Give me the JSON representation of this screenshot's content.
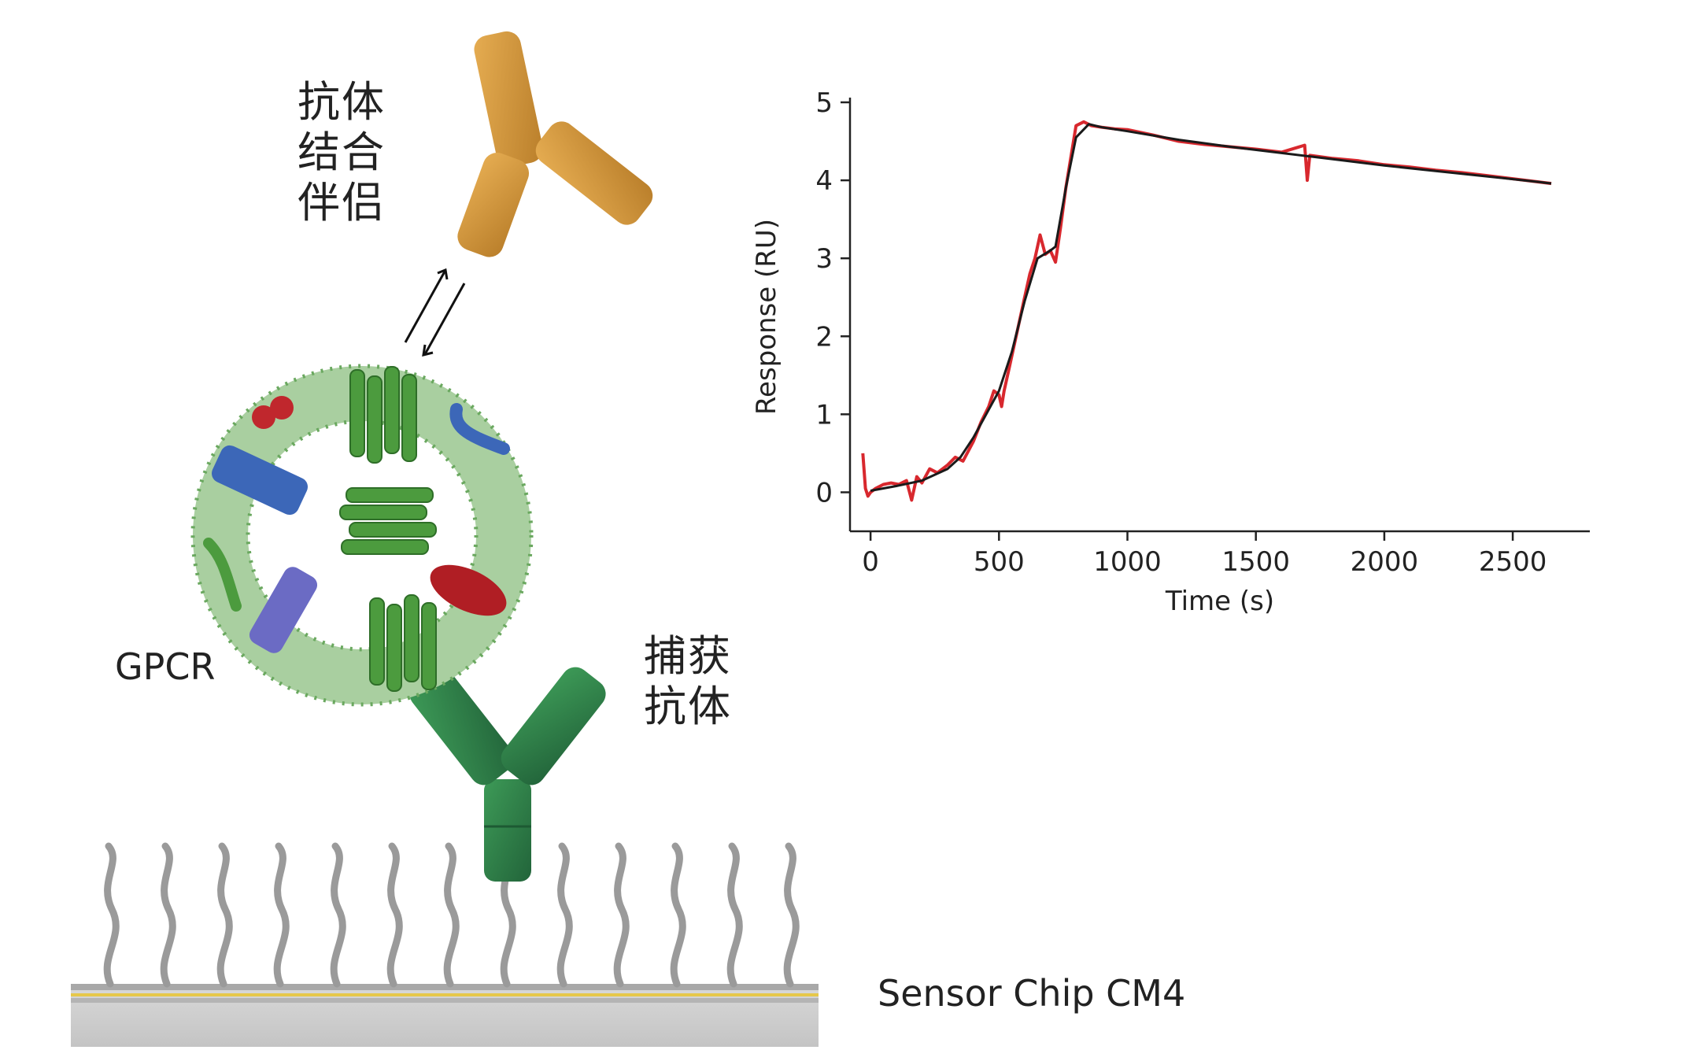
{
  "labels": {
    "antibody_binding_partner": "抗体\n结合\n伴侣",
    "gpcr": "GPCR",
    "capture_antibody": "捕获\n抗体",
    "sensor_chip": "Sensor Chip CM4"
  },
  "colors": {
    "binding_antibody": "#d69a3c",
    "capture_antibody": "#2f7f45",
    "gpcr_helix": "#4c9b3e",
    "membrane": "#a9cfa0",
    "blue_protein": "#3c67b8",
    "purple_protein": "#6b6bc4",
    "red_protein": "#b01e24",
    "dextran_chains": "#9a9a9a",
    "gold_layer": "#e6c84a",
    "raw_trace": "#d8282e",
    "fit_trace": "#1a1a1a"
  },
  "chart_data": {
    "type": "line",
    "xlabel": "Time (s)",
    "ylabel": "Response (RU)",
    "xlim": [
      -80,
      2800
    ],
    "ylim": [
      -0.5,
      5
    ],
    "xticks": [
      "0",
      "500",
      "1000",
      "1500",
      "2000",
      "2500"
    ],
    "yticks": [
      "0",
      "1",
      "2",
      "3",
      "4",
      "5"
    ],
    "legend": "none",
    "grid": false,
    "series": [
      {
        "role": "raw",
        "color": "#d8282e",
        "x": [
          -30,
          -20,
          -10,
          0,
          20,
          50,
          80,
          110,
          140,
          160,
          180,
          200,
          230,
          260,
          300,
          330,
          360,
          400,
          430,
          460,
          480,
          500,
          510,
          520,
          540,
          560,
          580,
          600,
          620,
          640,
          660,
          680,
          700,
          720,
          740,
          760,
          780,
          800,
          830,
          860,
          900,
          950,
          1000,
          1100,
          1200,
          1300,
          1400,
          1500,
          1600,
          1690,
          1700,
          1710,
          1800,
          1900,
          2000,
          2100,
          2200,
          2300,
          2400,
          2500,
          2600,
          2650
        ],
        "y": [
          0.5,
          0.05,
          -0.05,
          0.0,
          0.05,
          0.1,
          0.12,
          0.1,
          0.15,
          -0.1,
          0.2,
          0.12,
          0.3,
          0.25,
          0.35,
          0.45,
          0.4,
          0.65,
          0.9,
          1.1,
          1.3,
          1.25,
          1.1,
          1.3,
          1.6,
          1.9,
          2.2,
          2.5,
          2.8,
          3.0,
          3.3,
          3.05,
          3.1,
          2.95,
          3.4,
          3.9,
          4.3,
          4.7,
          4.75,
          4.7,
          4.68,
          4.66,
          4.65,
          4.58,
          4.5,
          4.46,
          4.43,
          4.4,
          4.36,
          4.45,
          4.0,
          4.32,
          4.28,
          4.25,
          4.2,
          4.17,
          4.13,
          4.1,
          4.06,
          4.02,
          3.98,
          3.96
        ]
      },
      {
        "role": "fit",
        "color": "#1a1a1a",
        "x": [
          0,
          100,
          200,
          300,
          350,
          400,
          450,
          500,
          550,
          600,
          650,
          700,
          720,
          760,
          800,
          850,
          900,
          1000,
          1200,
          1400,
          1600,
          1800,
          2000,
          2200,
          2400,
          2600,
          2650
        ],
        "y": [
          0.02,
          0.08,
          0.15,
          0.3,
          0.45,
          0.7,
          1.0,
          1.3,
          1.8,
          2.45,
          3.0,
          3.1,
          3.15,
          3.9,
          4.55,
          4.72,
          4.68,
          4.63,
          4.52,
          4.43,
          4.35,
          4.27,
          4.19,
          4.12,
          4.05,
          3.98,
          3.96
        ]
      }
    ]
  }
}
